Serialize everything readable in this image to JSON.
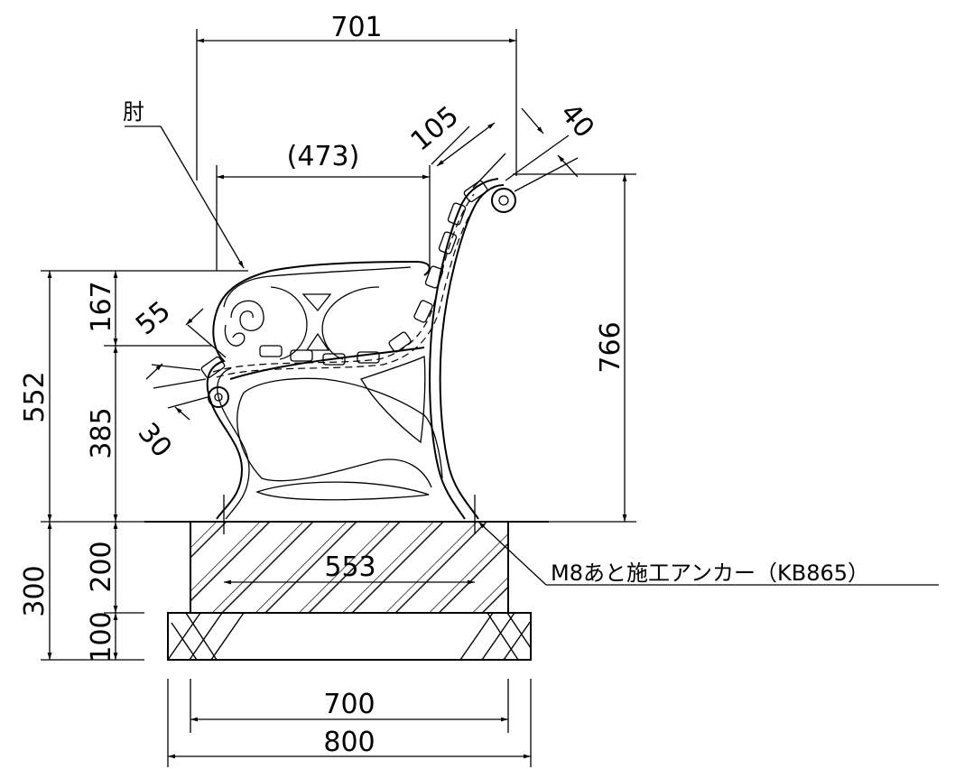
{
  "dimensions": {
    "overall_top": "701",
    "seat_depth": "(473)",
    "back_top": "105",
    "back_thick": "40",
    "total_height": "766",
    "seat_height": "552",
    "arm_above_seat": "167",
    "seat_board": "55",
    "seat_level": "385",
    "front_thick": "30",
    "foundation_total": "300",
    "foundation_upper": "200",
    "foundation_lower": "100",
    "anchor_span": "553",
    "upper_width": "700",
    "lower_width": "800"
  },
  "labels": {
    "armrest": "肘",
    "anchor": "M8あと施工アンカー（KB865）"
  }
}
